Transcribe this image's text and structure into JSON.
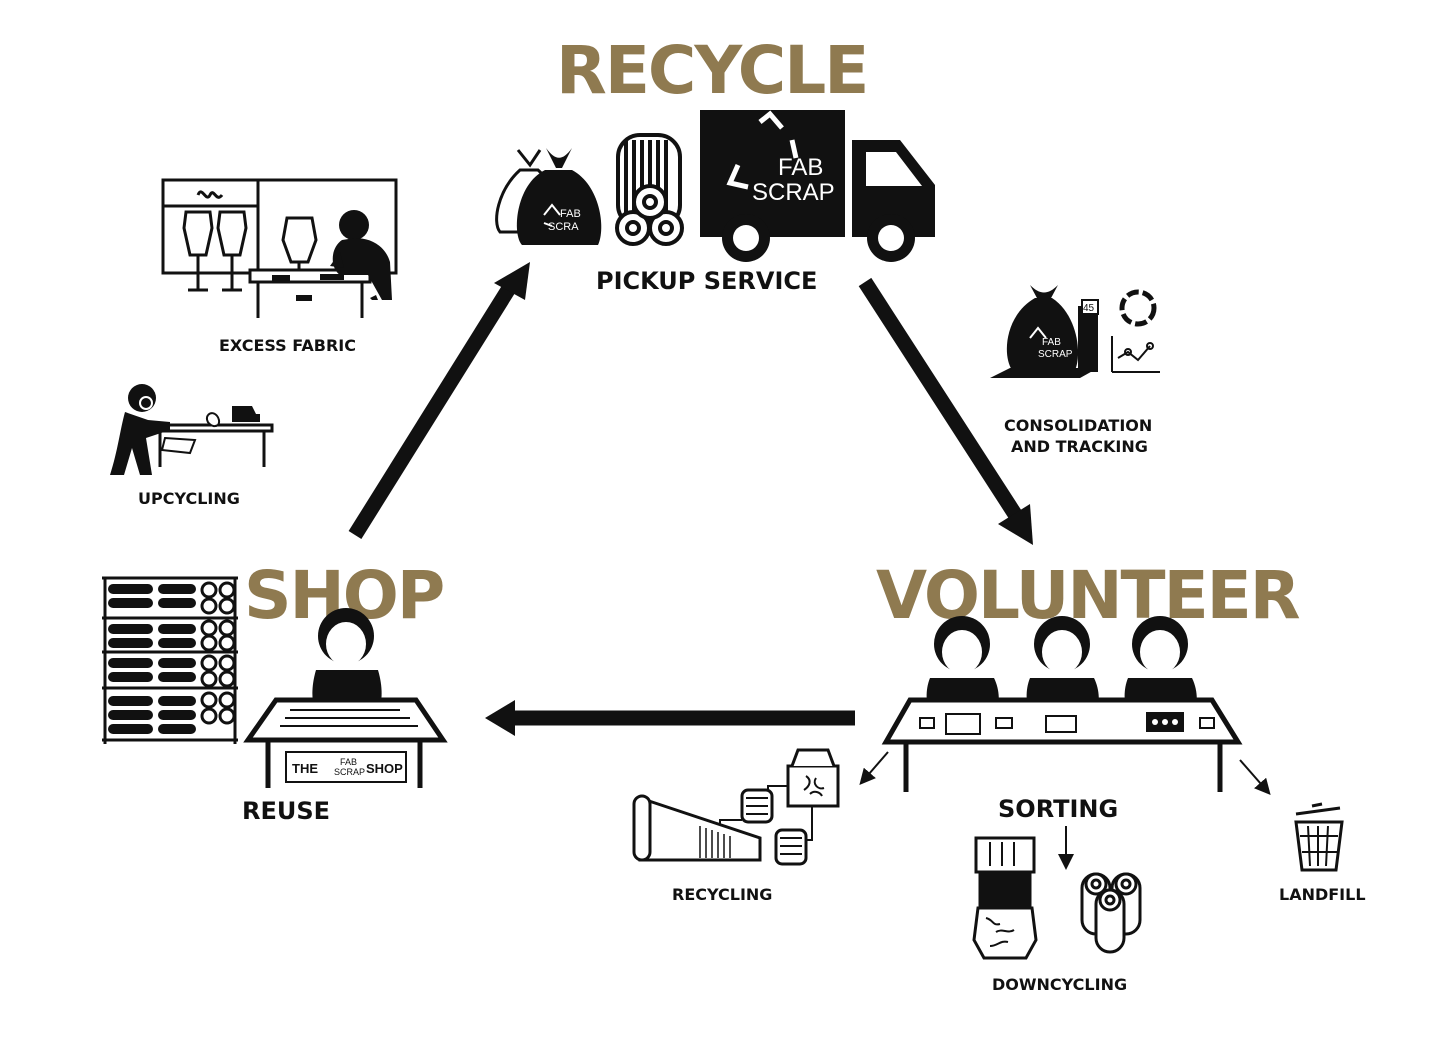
{
  "titles": {
    "recycle": "RECYCLE",
    "shop": "SHOP",
    "volunteer": "VOLUNTEER"
  },
  "labels": {
    "pickup_service": "PICKUP SERVICE",
    "excess_fabric": "EXCESS FABRIC",
    "upcycling": "UPCYCLING",
    "consolidation_line1": "CONSOLIDATION",
    "consolidation_line2": "AND TRACKING",
    "reuse": "REUSE",
    "sorting": "SORTING",
    "recycling": "RECYCLING",
    "landfill": "LANDFILL",
    "downcycling": "DOWNCYCLING"
  },
  "brand": {
    "truck_line1": "FAB",
    "truck_line2": "SCRAP",
    "bag_line1": "FAB",
    "bag_line2": "SCRA",
    "scale_bag_line1": "FAB",
    "scale_bag_line2": "SCRAP",
    "scale_reading": "45",
    "shop_sign_left": "THE",
    "shop_sign_brand1": "FAB",
    "shop_sign_brand2": "SCRAP",
    "shop_sign_right": "SHOP"
  },
  "colors": {
    "accent_gold": "#8f7a50",
    "ink": "#111111"
  }
}
